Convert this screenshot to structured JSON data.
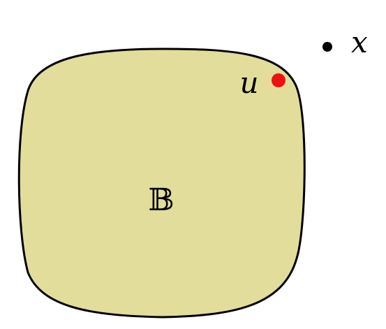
{
  "diagram": {
    "set": {
      "label": "𝔹",
      "fill_color": "#e2dd9b",
      "stroke_color": "#000000"
    },
    "boundary_point": {
      "label": "u",
      "color": "#ee1111"
    },
    "external_point": {
      "label": "x",
      "color": "#000000"
    }
  }
}
